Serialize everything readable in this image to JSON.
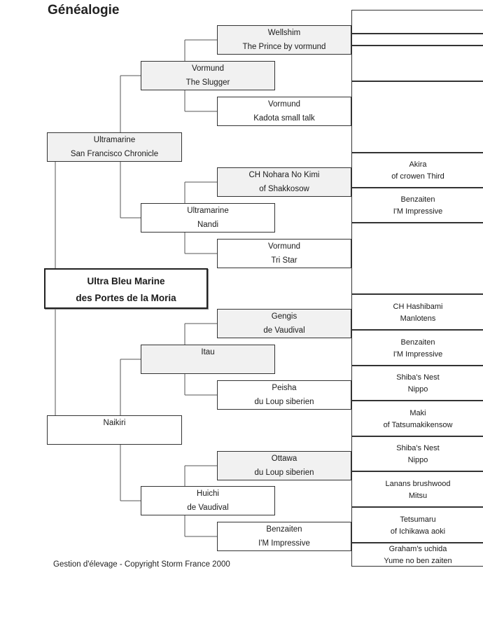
{
  "title": "Généalogie",
  "footer": "Gestion d'élevage  -  Copyright Storm France 2000",
  "pedigree": {
    "subject": {
      "name": "Ultra Bleu Marine",
      "line2": "des Portes de la Moria"
    },
    "sire": {
      "name": "Ultramarine",
      "line2": "San Francisco Chronicle"
    },
    "dam": {
      "name": "Naikiri",
      "line2": ""
    },
    "sire_sire": {
      "name": "Vormund",
      "line2": "The Slugger"
    },
    "sire_dam": {
      "name": "Ultramarine",
      "line2": "Nandi"
    },
    "dam_sire": {
      "name": "Itau",
      "line2": ""
    },
    "dam_dam": {
      "name": "Huichi",
      "line2": "de Vaudival"
    },
    "ss_sire": {
      "name": "Wellshim",
      "line2": "The Prince by vormund"
    },
    "ss_dam": {
      "name": "Vormund",
      "line2": "Kadota small talk"
    },
    "sd_sire": {
      "name": "CH Nohara No Kimi",
      "line2": "of Shakkosow"
    },
    "sd_dam": {
      "name": "Vormund",
      "line2": "Tri  Star"
    },
    "ds_sire": {
      "name": "Gengis",
      "line2": "de Vaudival"
    },
    "ds_dam": {
      "name": "Peisha",
      "line2": "du Loup siberien"
    },
    "dd_sire": {
      "name": "Ottawa",
      "line2": "du Loup siberien"
    },
    "dd_dam": {
      "name": "Benzaiten",
      "line2": "I'M Impressive"
    },
    "gen4": [
      {
        "name": "",
        "line2": ""
      },
      {
        "name": "",
        "line2": ""
      },
      {
        "name": "",
        "line2": ""
      },
      {
        "name": "",
        "line2": ""
      },
      {
        "name": "Akira",
        "line2": "of crowen Third"
      },
      {
        "name": "Benzaiten",
        "line2": "I'M Impressive"
      },
      {
        "name": "",
        "line2": ""
      },
      {
        "name": "CH Hashibami",
        "line2": "Manlotens"
      },
      {
        "name": "Benzaiten",
        "line2": "I'M Impressive"
      },
      {
        "name": "Shiba's Nest",
        "line2": "Nippo"
      },
      {
        "name": "Maki",
        "line2": "of Tatsumakikensow"
      },
      {
        "name": "Shiba's Nest",
        "line2": "Nippo"
      },
      {
        "name": "Lanans brushwood",
        "line2": "Mitsu"
      },
      {
        "name": "Tetsumaru",
        "line2": "of Ichikawa aoki"
      },
      {
        "name": "Graham's uchida",
        "line2": "Yume no ben zaiten"
      }
    ]
  }
}
